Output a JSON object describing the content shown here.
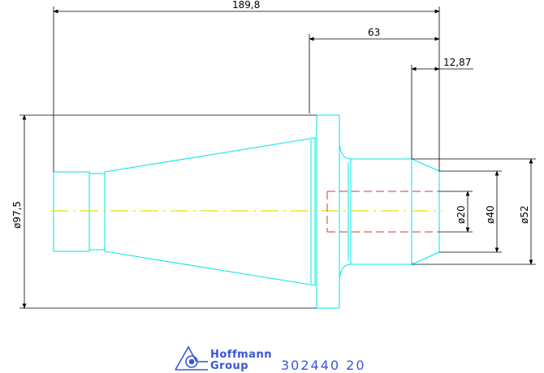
{
  "drawing": {
    "dimensions": {
      "overall_length": "189,8",
      "shank_length": "63",
      "chamfer_length": "12,87",
      "flange_diameter": "ø97,5",
      "bore_diameter": "ø20",
      "inner_diameter": "ø40",
      "shank_diameter": "ø52"
    }
  },
  "footer": {
    "logo_line1": "Hoffmann",
    "logo_line2": "Group",
    "part_number": "302440  20"
  },
  "colors": {
    "outline": "#00e5e5",
    "dimension": "#000000",
    "centerline": "#e5e500",
    "hidden": "#e53030",
    "brand": "#3a55d9"
  }
}
